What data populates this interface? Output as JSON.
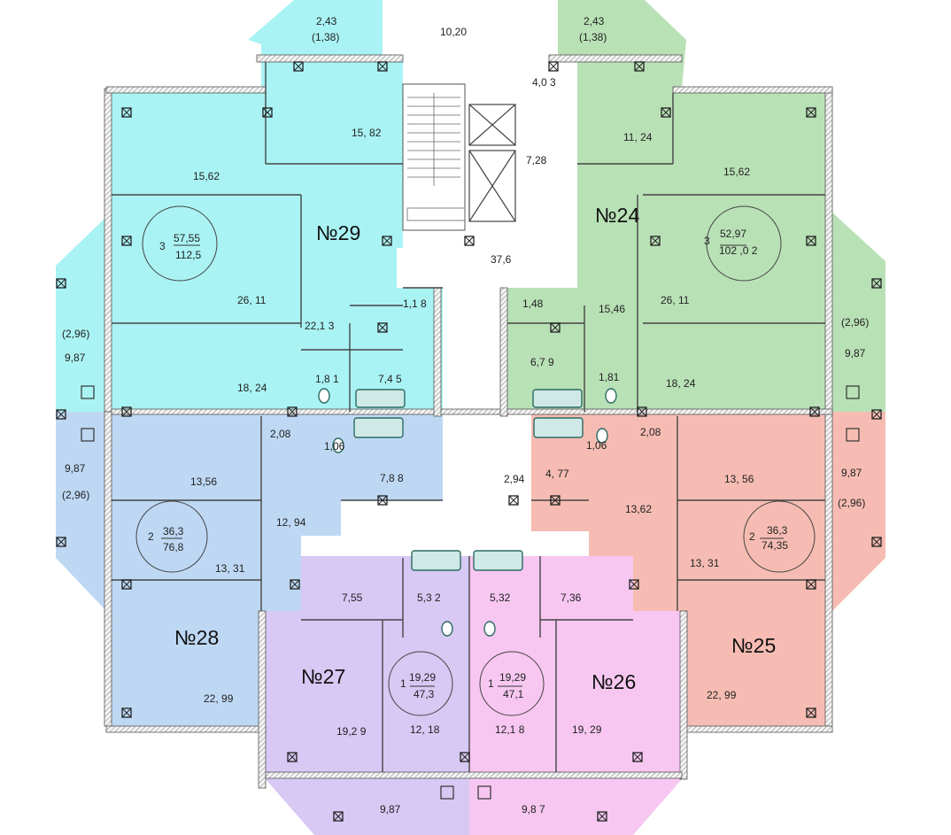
{
  "colors": {
    "apt24": "#b9e1b6",
    "apt25": "#f6bcb3",
    "apt26": "#f7c7f1",
    "apt27": "#d7c8f4",
    "apt28": "#bed8f4",
    "apt29": "#aaf3f4",
    "core": "#ffffff",
    "walls": "#444444"
  },
  "apartments": {
    "a29": {
      "label": "№29",
      "rooms": "3",
      "living": "57,55",
      "total": "112,5"
    },
    "a24": {
      "label": "№24",
      "rooms": "3",
      "living": "52,97",
      "total": "102 ,0 2"
    },
    "a28": {
      "label": "№28",
      "rooms": "2",
      "living": "36,3",
      "total": "76,8"
    },
    "a25": {
      "label": "№25",
      "rooms": "2",
      "living": "36,3",
      "total": "74,35"
    },
    "a27": {
      "label": "№27",
      "rooms": "1",
      "living": "19,29",
      "total": "47,3"
    },
    "a26": {
      "label": "№26",
      "rooms": "1",
      "living": "19,29",
      "total": "47,1"
    }
  },
  "areas": {
    "balc29": "2,43",
    "balc29b": "(1,38)",
    "balc24": "2,43",
    "balc24b": "(1,38)",
    "c1020": "10,20",
    "c403": "4,0 3",
    "c728": "7,28",
    "c376": "37,6",
    "r1582": "15, 82",
    "r1562a": "15,62",
    "r2611a": "26, 11",
    "r2213": "22,1 3",
    "r118": "1,1 8",
    "r181a": "1,8 1",
    "r745": "7,4 5",
    "r1824a": "18, 24",
    "l296a": "(2,96)",
    "l987a": "9,87",
    "r1124": "11, 24",
    "r1562b": "15,62",
    "r2611b": "26, 11",
    "r148": "1,48",
    "r1546": "15,46",
    "r679": "6,7 9",
    "r181b": "1,81",
    "r1824b": "18, 24",
    "l296b": "(2,96)",
    "l987b": "9,87",
    "r208a": "2,08",
    "r106a": "1,06",
    "r1356a": "13,56",
    "r788": "7,8 8",
    "r1294": "12, 94",
    "r1331a": "13, 31",
    "r2299a": "22, 99",
    "l987c": "9,87",
    "l296c": "(2,96)",
    "r294": "2,94",
    "r477": "4, 77",
    "r106b": "1,06",
    "r208b": "2,08",
    "r1356b": "13, 56",
    "r1362": "13,62",
    "r1331b": "13, 31",
    "r2299b": "22, 99",
    "l987d": "9,87",
    "l296d": "(2,96)",
    "r755": "7,55",
    "r532a": "5,3 2",
    "r1929a": "19,2 9",
    "r1218a": "12, 18",
    "r532b": "5,32",
    "r736": "7,36",
    "r1218b": "12,1 8",
    "r1929b": "19, 29",
    "l987e": "9,87",
    "l987f": "9,8 7"
  }
}
